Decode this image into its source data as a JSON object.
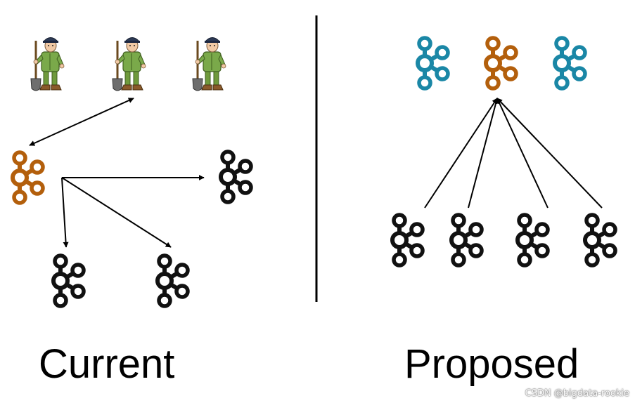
{
  "sections": [
    {
      "id": "current",
      "caption": "Current"
    },
    {
      "id": "proposed",
      "caption": "Proposed"
    }
  ],
  "watermark": "CSDN @bigdata-rookie",
  "colors": {
    "primary_cluster": "#b35f0c",
    "mirror_cluster": "#1a87a6",
    "consumer_cluster": "#111111",
    "line": "#000000"
  },
  "icons": {
    "cluster": "kafka-logo-icon",
    "worker": "worker-with-shovel-icon"
  }
}
